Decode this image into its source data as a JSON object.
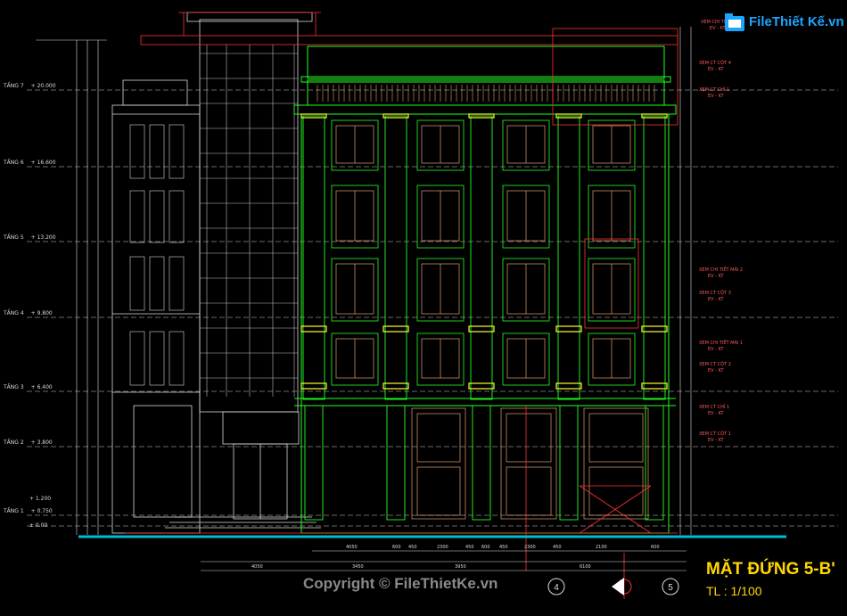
{
  "brand": {
    "logo_text": "FileThiết Kế.vn",
    "copyright": "Copyright © FileThietKe.vn"
  },
  "drawing": {
    "title": "MẶT ĐỨNG 5-B'",
    "scale": "TL : 1/100"
  },
  "levels": [
    {
      "name": "TẦNG 7",
      "elev": "+ 20.000"
    },
    {
      "name": "TẦNG 6",
      "elev": "+ 16.600"
    },
    {
      "name": "TẦNG 5",
      "elev": "+ 13.200"
    },
    {
      "name": "TẦNG 4",
      "elev": "+ 9.800"
    },
    {
      "name": "TẦNG 3",
      "elev": "+ 6.400"
    },
    {
      "name": "TẦNG 2",
      "elev": "+ 3.800"
    },
    {
      "name": "TẦNG 1",
      "elev": "+ 0.750"
    }
  ],
  "extra_elevations": [
    "+ 1.200",
    "± 0.00"
  ],
  "callouts": [
    {
      "title": "XEM CHI TIẾT",
      "sub": "EV - KT"
    },
    {
      "title": "XEM CT CỘT 4",
      "sub": "EV - KT"
    },
    {
      "title": "XEM CT CHỈ 1",
      "sub": "EV - KT"
    },
    {
      "title": "XEM CHI TIẾT MÁI 2",
      "sub": "EV - KT"
    },
    {
      "title": "XEM CT CỘT 3",
      "sub": "EV - KT"
    },
    {
      "title": "XEM CHI TIẾT MÁI 1",
      "sub": "EV - KT"
    },
    {
      "title": "XEM CT CỘT 2",
      "sub": "EV - KT"
    },
    {
      "title": "XEM CT CHỈ 1",
      "sub": "EV - KT"
    },
    {
      "title": "XEM CT CỘT 1",
      "sub": "EV - KT"
    }
  ],
  "grid_bubbles": [
    "4",
    "5"
  ],
  "dimensions_bottom": [
    "4050",
    "600",
    "450",
    "2300",
    "450",
    "600",
    "450",
    "2300",
    "450",
    "2100",
    "600"
  ],
  "dimensions_bottom_2": [
    "4050",
    "3450",
    "3950",
    "6100"
  ],
  "colors": {
    "green": "#22ff22",
    "yellow": "#ffff33",
    "white": "#e6e6e6",
    "red": "#ff3030",
    "orange": "#e0a070",
    "ground": "#00bcd4",
    "title": "#ffd700",
    "logo": "#1aa6ff"
  }
}
